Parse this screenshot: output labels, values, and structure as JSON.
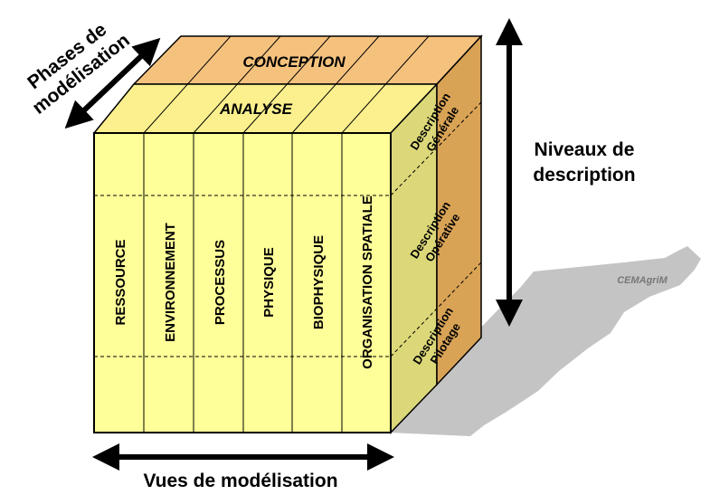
{
  "axes": {
    "phases": {
      "line1": "Phases de",
      "line2": "modélisation"
    },
    "niveaux": {
      "line1": "Niveaux de",
      "line2": "description"
    },
    "vues": "Vues de modélisation"
  },
  "top_layers": [
    "CONCEPTION",
    "ANALYSE"
  ],
  "views": [
    "RESSOURCE",
    "ENVIRONNEMENT",
    "PROCESSUS",
    "PHYSIQUE",
    "BIOPHYSIQUE",
    "ORGANISATION SPATIALE"
  ],
  "levels": [
    {
      "line1": "Description",
      "line2": "Générale"
    },
    {
      "line1": "Description",
      "line2": "Opérative"
    },
    {
      "line1": "Description",
      "line2": "Pilotage"
    }
  ],
  "watermark": "CEMAgriM",
  "colors": {
    "front": "#ffff99",
    "top_analyse": "#fbf08d",
    "top_conception": "#f5c27e",
    "side_inner": "#dcd879",
    "side_outer": "#d9a356",
    "shadow": "#c4c4c4"
  }
}
